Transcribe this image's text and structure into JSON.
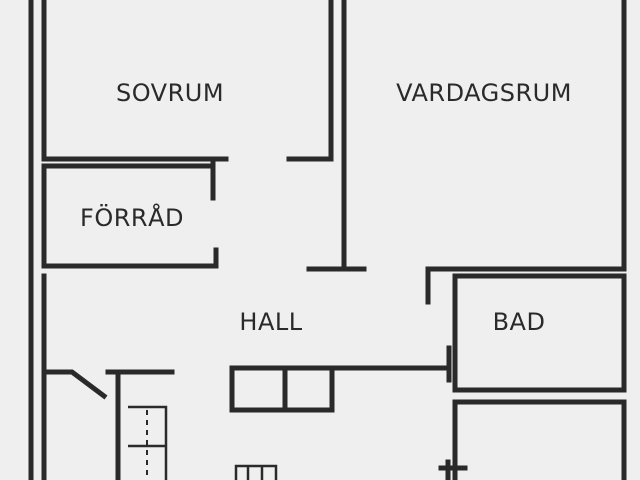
{
  "rooms": {
    "sovrum": "SOVRUM",
    "vardagsrum": "VARDAGSRUM",
    "forrad": "FÖRRÅD",
    "hall": "HALL",
    "bad": "BAD"
  },
  "colors": {
    "background": "#efeff0",
    "wall": "#2a2a2a"
  }
}
